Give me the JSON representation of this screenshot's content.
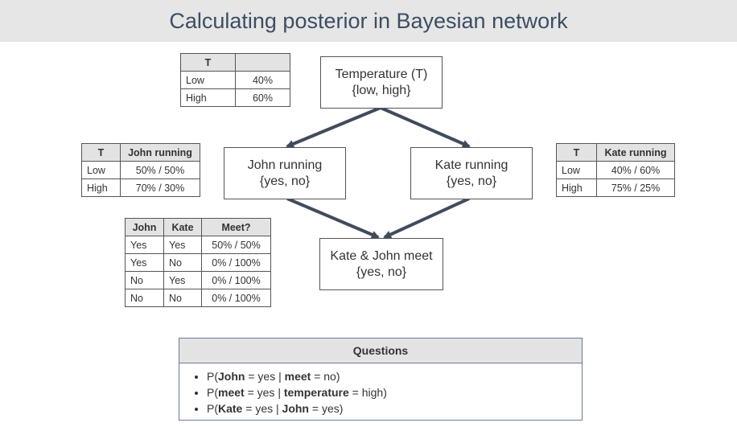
{
  "title": "Calculating posterior in Bayesian network",
  "nodes": {
    "temperature": {
      "name": "Temperature (T)",
      "values": "{low, high}"
    },
    "john": {
      "name": "John running",
      "values": "{yes, no}"
    },
    "kate": {
      "name": "Kate running",
      "values": "{yes, no}"
    },
    "meet": {
      "name": "Kate & John meet",
      "values": "{yes, no}"
    }
  },
  "tables": {
    "temperature": {
      "headers": [
        "T",
        ""
      ],
      "rows": [
        [
          "Low",
          "40%"
        ],
        [
          "High",
          "60%"
        ]
      ]
    },
    "john": {
      "headers": [
        "T",
        "John running"
      ],
      "rows": [
        [
          "Low",
          "50% / 50%"
        ],
        [
          "High",
          "70% / 30%"
        ]
      ]
    },
    "kate": {
      "headers": [
        "T",
        "Kate running"
      ],
      "rows": [
        [
          "Low",
          "40% / 60%"
        ],
        [
          "High",
          "75% / 25%"
        ]
      ]
    },
    "meet": {
      "headers": [
        "John",
        "Kate",
        "Meet?"
      ],
      "rows": [
        [
          "Yes",
          "Yes",
          "50% / 50%"
        ],
        [
          "Yes",
          "No",
          "0% / 100%"
        ],
        [
          "No",
          "Yes",
          "0% / 100%"
        ],
        [
          "No",
          "No",
          "0% / 100%"
        ]
      ]
    }
  },
  "questions": {
    "title": "Questions",
    "items": [
      {
        "p_open": "P(",
        "a": "John",
        "a_val": " = yes | ",
        "b": "meet",
        "b_val": " = no)"
      },
      {
        "p_open": "P(",
        "a": "meet",
        "a_val": " = yes | ",
        "b": "temperature",
        "b_val": " = high)"
      },
      {
        "p_open": "P(",
        "a": "Kate",
        "a_val": " = yes | ",
        "b": "John",
        "b_val": " = yes)"
      }
    ]
  },
  "colors": {
    "edge": "#404b5c",
    "title": "#3d4d63",
    "title_bar": "#e6e6e6",
    "header_cell": "#e3e3e3"
  }
}
